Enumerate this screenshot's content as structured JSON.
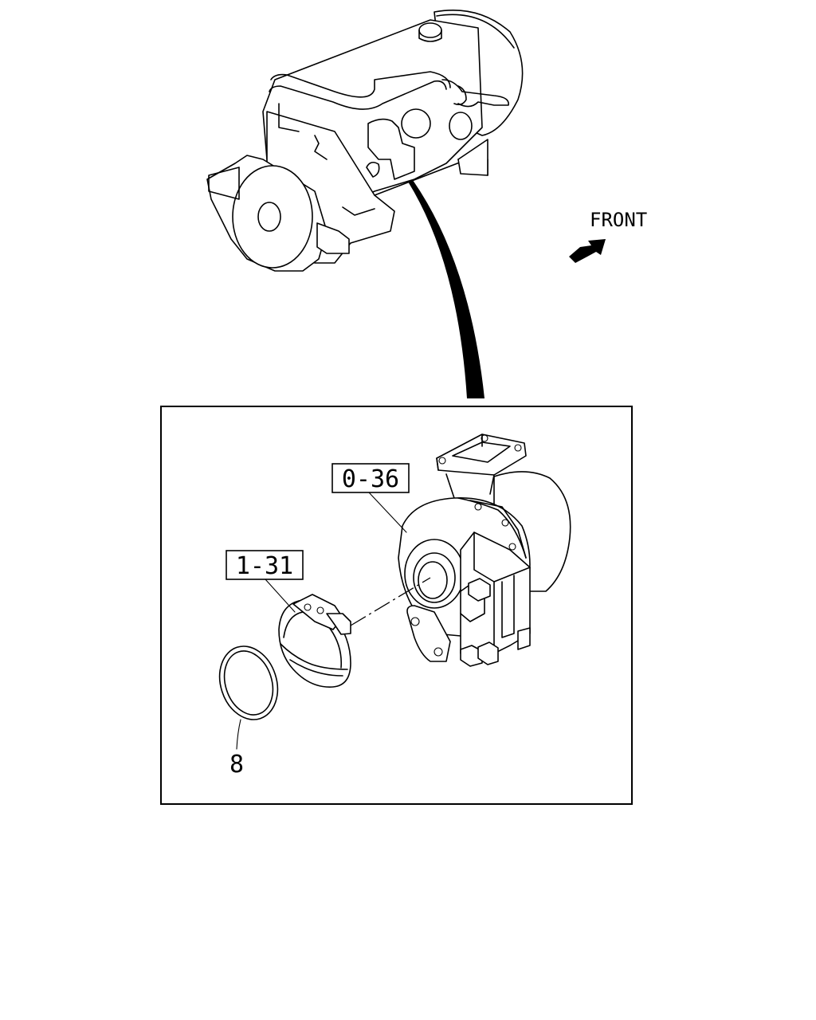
{
  "orientation": {
    "label": "FRONT",
    "icon": "front-arrow-icon"
  },
  "callouts": [
    {
      "id": "0-36",
      "label": "0-36",
      "part": "turbocharger"
    },
    {
      "id": "1-31",
      "label": "1-31",
      "part": "v-band-clamp"
    },
    {
      "id": "8",
      "label": "8",
      "part": "o-ring"
    }
  ],
  "colors": {
    "line": "#000000",
    "background": "#ffffff"
  }
}
